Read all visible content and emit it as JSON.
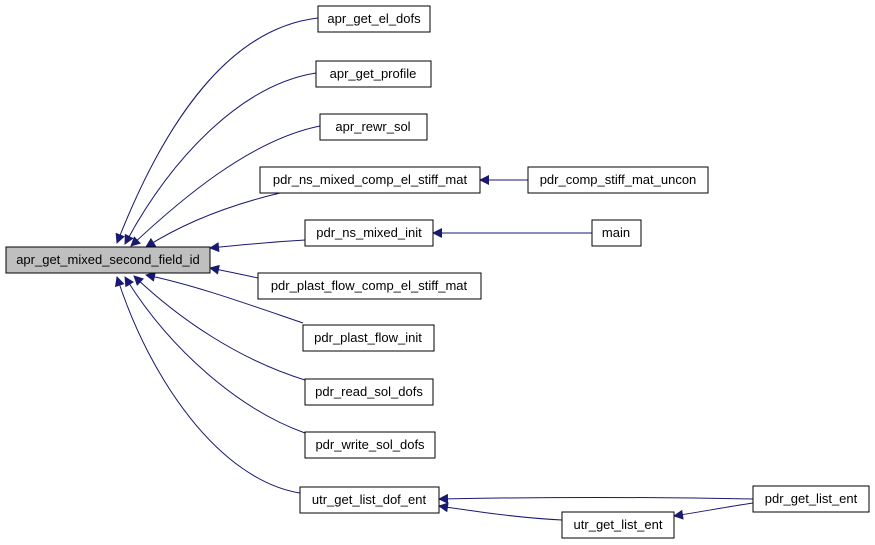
{
  "colors": {
    "edge": "#191970",
    "node_border": "#000000",
    "node_fill": "#ffffff",
    "root_fill": "#bfbfbf"
  },
  "nodes": {
    "root": "apr_get_mixed_second_field_id",
    "apr_get_el_dofs": "apr_get_el_dofs",
    "apr_get_profile": "apr_get_profile",
    "apr_rewr_sol": "apr_rewr_sol",
    "pdr_ns_mixed_comp_el_stiff_mat": "pdr_ns_mixed_comp_el_stiff_mat",
    "pdr_comp_stiff_mat_uncon": "pdr_comp_stiff_mat_uncon",
    "pdr_ns_mixed_init": "pdr_ns_mixed_init",
    "main": "main",
    "pdr_plast_flow_comp_el_stiff_mat": "pdr_plast_flow_comp_el_stiff_mat",
    "pdr_plast_flow_init": "pdr_plast_flow_init",
    "pdr_read_sol_dofs": "pdr_read_sol_dofs",
    "pdr_write_sol_dofs": "pdr_write_sol_dofs",
    "utr_get_list_dof_ent": "utr_get_list_dof_ent",
    "pdr_get_list_ent": "pdr_get_list_ent",
    "utr_get_list_ent": "utr_get_list_ent"
  }
}
